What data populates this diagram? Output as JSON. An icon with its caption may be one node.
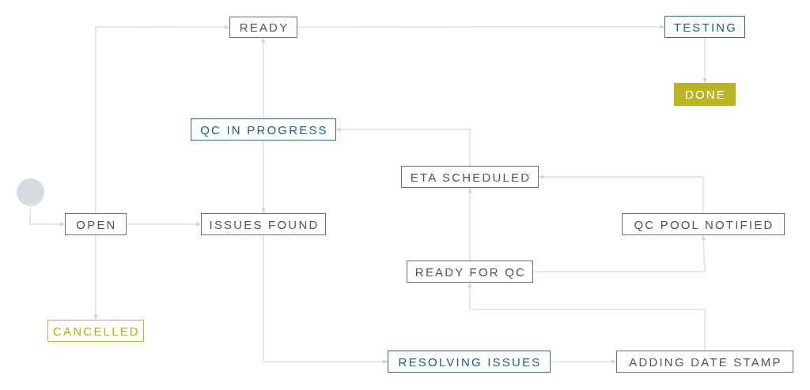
{
  "diagram": {
    "nodes": [
      {
        "text": [],
        "shape": "circle"
      },
      {
        "text": [
          "READY"
        ]
      },
      {
        "text": [
          "TESTING"
        ]
      },
      {
        "text": [
          "DONE"
        ]
      },
      {
        "text": [
          "QC IN PROGRESS"
        ]
      },
      {
        "text": [
          "ETA SCHEDULED"
        ]
      },
      {
        "text": [
          "OPEN"
        ]
      },
      {
        "text": [
          "ISSUES FOUND"
        ]
      },
      {
        "text": [
          "QC POOL NOTIFIED"
        ]
      },
      {
        "text": [
          "READY FOR QC"
        ]
      },
      {
        "text": [
          "CANCELLED"
        ]
      },
      {
        "text": [
          "RESOLVING ISSUES"
        ]
      },
      {
        "text": [
          "ADDING DATE STAMP"
        ]
      }
    ],
    "edges": [
      {
        "from": 0,
        "to": 6,
        "arrow": "to"
      },
      {
        "from": 6,
        "to": 1,
        "arrow": "to"
      },
      {
        "from": 6,
        "to": 7,
        "arrow": "to"
      },
      {
        "from": 6,
        "to": 10,
        "arrow": "to"
      },
      {
        "from": 1,
        "to": 2,
        "arrow": "to"
      },
      {
        "from": 2,
        "to": 3,
        "arrow": "to"
      },
      {
        "from": 4,
        "to": 1,
        "arrow": "to"
      },
      {
        "from": 4,
        "to": 7,
        "arrow": "to"
      },
      {
        "from": 5,
        "to": 4,
        "arrow": "to"
      },
      {
        "from": 7,
        "to": 11,
        "arrow": "to"
      },
      {
        "from": 11,
        "to": 12,
        "arrow": "to"
      },
      {
        "from": 12,
        "to": 9,
        "arrow": "to"
      },
      {
        "from": 9,
        "to": 8,
        "arrow": "to"
      },
      {
        "from": 9,
        "to": 5,
        "arrow": "to"
      },
      {
        "from": 8,
        "to": 5,
        "arrow": "to"
      }
    ]
  }
}
